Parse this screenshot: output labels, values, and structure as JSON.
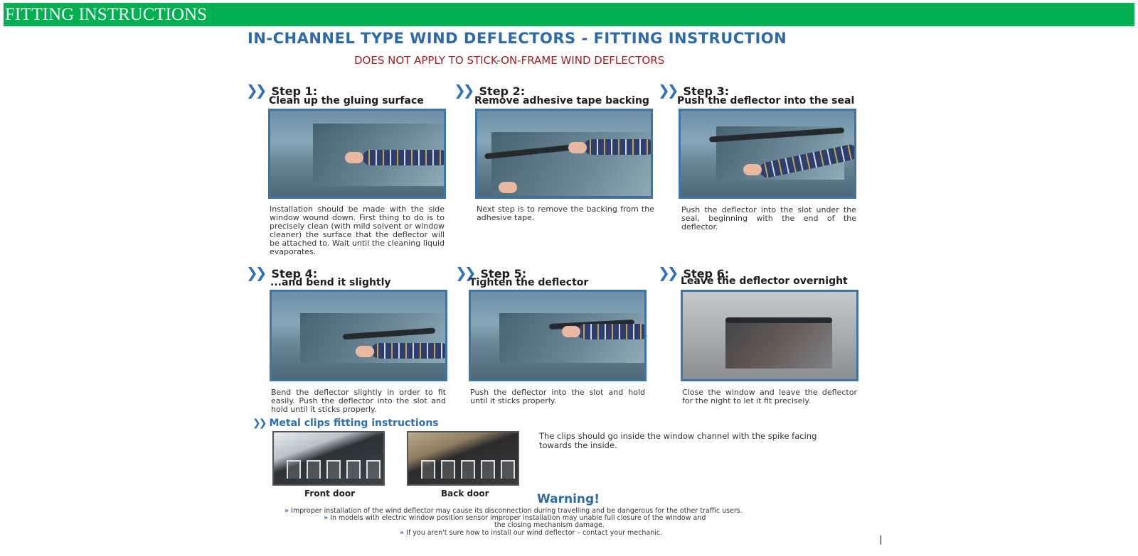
{
  "header": {
    "title": "FITTING INSTRUCTIONS"
  },
  "document": {
    "title": "IN-CHANNEL TYPE WIND DEFLECTORS - FITTING INSTRUCTION",
    "subtitle": "DOES NOT APPLY TO STICK-ON-FRAME WIND DEFLECTORS"
  },
  "steps": [
    {
      "label": "Step 1:",
      "title": "Clean up the gluing surface",
      "text": "Installation should be made with the side window wound down. First thing to do is to precisely clean (with mild solvent or window cleaner) the surface that the deflector will be attached to. Wait until the cleaning liquid evaporates."
    },
    {
      "label": "Step 2:",
      "title": "Remove adhesive tape backing",
      "text": "Next step is to remove the backing from the adhesive tape."
    },
    {
      "label": "Step 3:",
      "title": "Push the deflector into the seal",
      "text": "Push the deflector into the slot under the seal, beginning with the end of the deflector."
    },
    {
      "label": "Step 4:",
      "title": "...and bend it slightly",
      "text": "Bend the deflector slightly in order to fit easily. Push the deflector into the slot and hold until it sticks properly."
    },
    {
      "label": "Step 5:",
      "title": "Tighten the deflector",
      "text": "Push the deflector into the slot and hold until it sticks properly."
    },
    {
      "label": "Step 6:",
      "title": "Leave the deflector overnight",
      "text": "Close the window and leave the deflector for the night to let it fit precisely."
    }
  ],
  "metal_clips": {
    "title": "Metal clips fitting instructions",
    "front_label": "Front door",
    "back_label": "Back door",
    "text": "The clips should go inside the window channel with the spike facing towards the inside."
  },
  "warning": {
    "title": "Warning!",
    "lines": [
      "Improper installation of the wind deflector may cause its disconnection during travelling and be dangerous for the other traffic users.",
      "In models with electric window position sensor improper installation may unable full closure of the window and",
      "the closing mechanism damage.",
      "If you aren't sure how to install our wind deflector – contact your mechanic."
    ]
  },
  "icons": {
    "chevron": "double-chevron-right-icon"
  },
  "colors": {
    "header_bar": "#00b050",
    "title_blue": "#2e6aa8",
    "subtitle_red": "#a31d1d",
    "chevron_blue": "#2e6fb8"
  }
}
